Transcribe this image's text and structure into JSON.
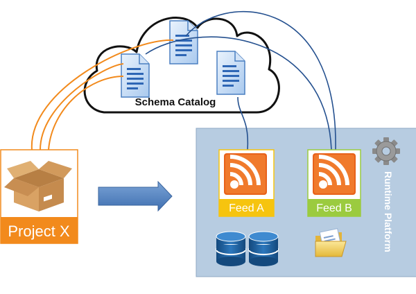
{
  "cloud": {
    "label": "Schema Catalog"
  },
  "project": {
    "label": "Project X"
  },
  "feeds": [
    {
      "label": "Feed A"
    },
    {
      "label": "Feed B"
    }
  ],
  "runtime": {
    "label": "Runtime Platform"
  },
  "colors": {
    "orange": "#f28a1c",
    "feed_a": "#f6c40f",
    "feed_b": "#9bcb3f",
    "platform_bg": "#b7cce1",
    "platform_border": "#8fa8c4",
    "connector_blue": "#24508f",
    "arrow_blue": "#4f81bd",
    "database": "#1f5f9c",
    "rss": "#e8621a"
  },
  "icons": [
    "cardboard-box-icon",
    "document-icon",
    "rss-icon",
    "database-icon",
    "folder-icon",
    "gear-icon",
    "right-arrow-icon"
  ]
}
